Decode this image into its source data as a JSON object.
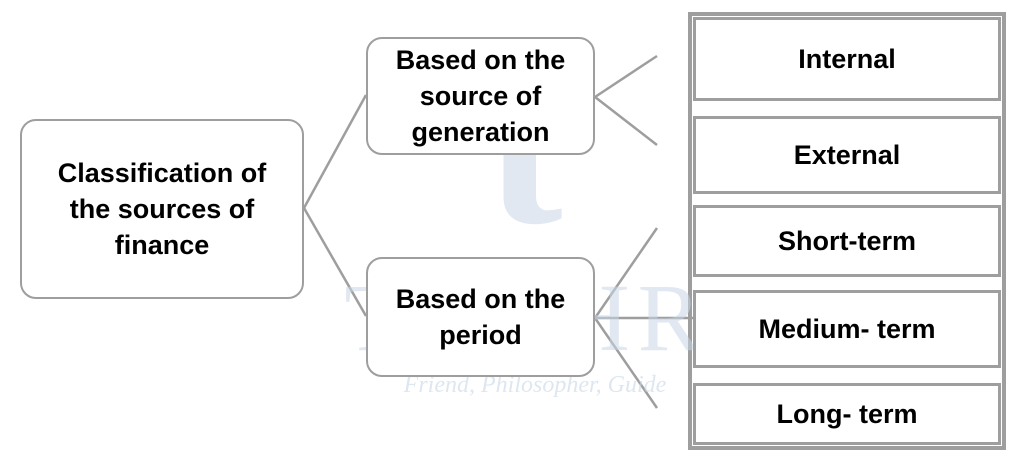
{
  "diagram": {
    "root": {
      "label": "Classification of the sources of finance"
    },
    "branches": [
      {
        "label": "Based on the source of generation"
      },
      {
        "label": "Based on the period"
      }
    ],
    "leaves": [
      "Internal",
      "External",
      "Short-term",
      "Medium- term",
      "Long- term"
    ]
  },
  "watermark": {
    "logo_letter": "t",
    "brand": "TYCHR",
    "tagline": "Friend, Philosopher, Guide"
  },
  "colors": {
    "border": "#9e9e9e",
    "connector": "#9e9e9e",
    "watermark": "#c9d7e6"
  }
}
